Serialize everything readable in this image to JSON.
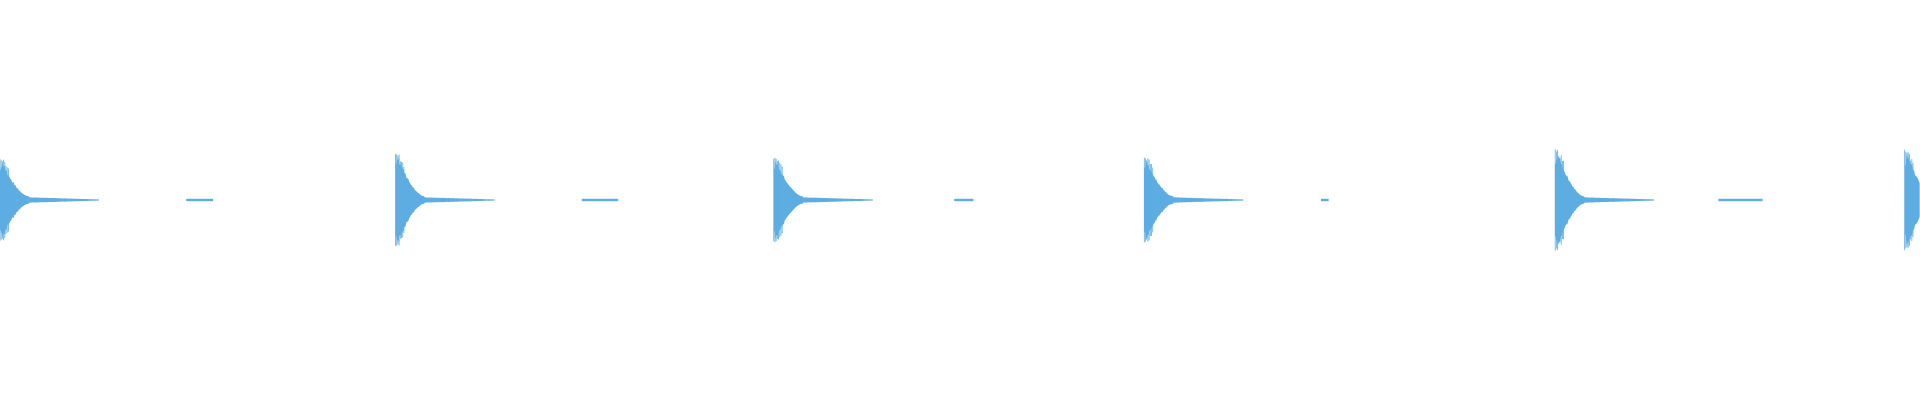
{
  "waveform": {
    "color": "#5dade2",
    "hits": [
      {
        "time": 0.0,
        "amplitude": 0.81
      },
      {
        "time": 0.206,
        "amplitude": 0.92
      },
      {
        "time": 0.403,
        "amplitude": 0.85
      },
      {
        "time": 0.596,
        "amplitude": 0.86
      },
      {
        "time": 0.81,
        "amplitude": 1.0
      },
      {
        "time": 0.992,
        "amplitude": 0.99
      }
    ],
    "noise_bursts": [
      {
        "start": 0.097,
        "end": 0.111,
        "amplitude": 0.02
      },
      {
        "start": 0.303,
        "end": 0.322,
        "amplitude": 0.02
      },
      {
        "start": 0.497,
        "end": 0.507,
        "amplitude": 0.02
      },
      {
        "start": 0.688,
        "end": 0.692,
        "amplitude": 0.02
      },
      {
        "start": 0.895,
        "end": 0.918,
        "amplitude": 0.02
      }
    ]
  }
}
